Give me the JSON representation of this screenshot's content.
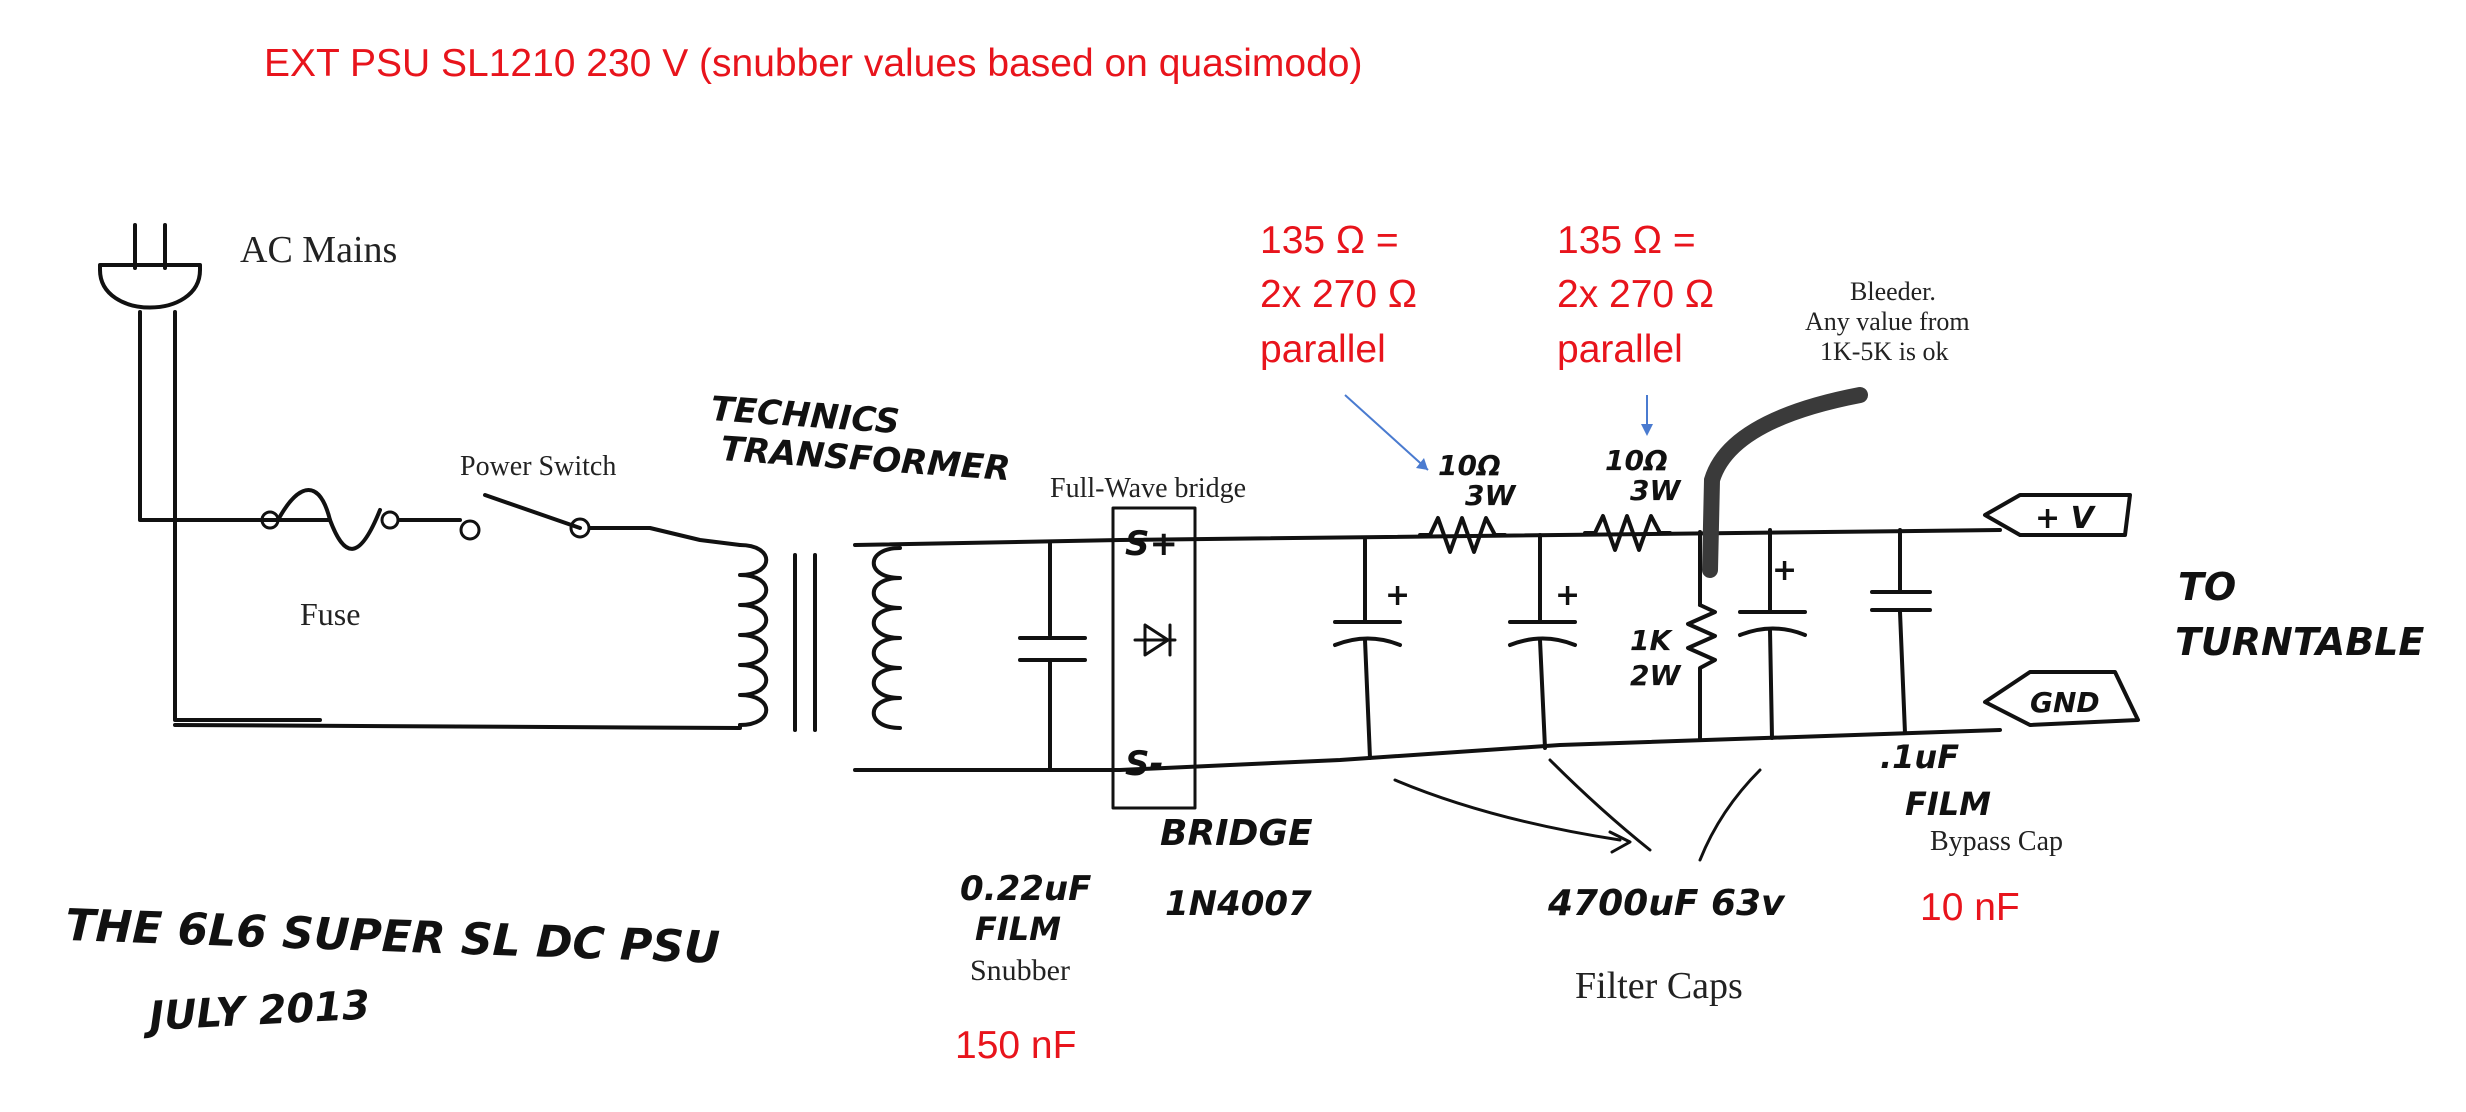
{
  "title": "EXT PSU SL1210 230 V (snubber values based on quasimodo)",
  "labels": {
    "ac_mains": "AC Mains",
    "power_switch": "Power Switch",
    "fuse": "Fuse",
    "transformer_line1": "TECHNICS",
    "transformer_line2": "TRANSFORMER",
    "full_wave_bridge": "Full-Wave bridge",
    "bridge_plus": "S+",
    "bridge_minus": "S-",
    "bridge_label": "BRIDGE",
    "bridge_part": "1N4007",
    "snubber_value": "0.22uF",
    "snubber_film": "FILM",
    "snubber_word": "Snubber",
    "snubber_override": "150 nF",
    "r1_value": "10Ω",
    "r1_power": "3W",
    "r2_value": "10Ω",
    "r2_power": "3W",
    "r_annot1_line1": "135 Ω =",
    "r_annot1_line2": "2x 270 Ω",
    "r_annot1_line3": "parallel",
    "r_annot2_line1": "135 Ω =",
    "r_annot2_line2": "2x 270 Ω",
    "r_annot2_line3": "parallel",
    "bleeder_line1": "Bleeder.",
    "bleeder_line2": "Any value from",
    "bleeder_line3": "1K-5K is ok",
    "bleeder_value": "1K",
    "bleeder_power": "2W",
    "filter_value": "4700uF 63v",
    "filter_caps": "Filter Caps",
    "bypass_value": ".1uF",
    "bypass_film": "FILM",
    "bypass_word": "Bypass Cap",
    "bypass_override": "10 nF",
    "out_plus": "+ V",
    "out_gnd": "GND",
    "to_line1": "TO",
    "to_line2": "TURNTABLE",
    "footer_line1": "THE 6L6 SUPER SL DC PSU",
    "footer_line2": "JULY 2013",
    "cap_plus": "+"
  },
  "colors": {
    "annotation": "#e8141c",
    "ink": "#111111",
    "arrow": "#4a7bd0",
    "bleeder_mark": "#3a3a3a"
  }
}
